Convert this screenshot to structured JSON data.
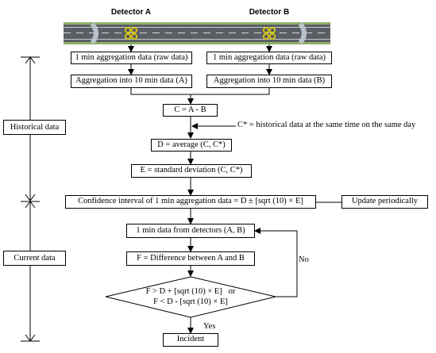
{
  "detectors": {
    "a_label": "Detector A",
    "b_label": "Detector B"
  },
  "boxes": {
    "raw_a": "1 min aggregation data (raw data)",
    "raw_b": "1 min aggregation data (raw data)",
    "agg_a": "Aggregation into 10 min data (A)",
    "agg_b": "Aggregation into 10 min data (B)",
    "c_diff": "C = A - B",
    "c_star": "C* = historical data at the same time on the same day",
    "d_avg": "D = average (C, C*)",
    "e_std": "E = standard deviation (C, C*)",
    "confidence": "Confidence interval of 1 min aggregation data = D ± [sqrt (10) × E]",
    "update": "Update periodically",
    "one_min": "1 min data from detectors (A, B)",
    "f_diff": "F = Difference between A and B",
    "decision_line1": "F > D + [sqrt (10) × E]   or",
    "decision_line2": "F < D - [sqrt (10) × E]",
    "incident": "Incident"
  },
  "edge_labels": {
    "no": "No",
    "yes": "Yes"
  },
  "phases": {
    "historical": "Historical data",
    "current": "Current data"
  }
}
